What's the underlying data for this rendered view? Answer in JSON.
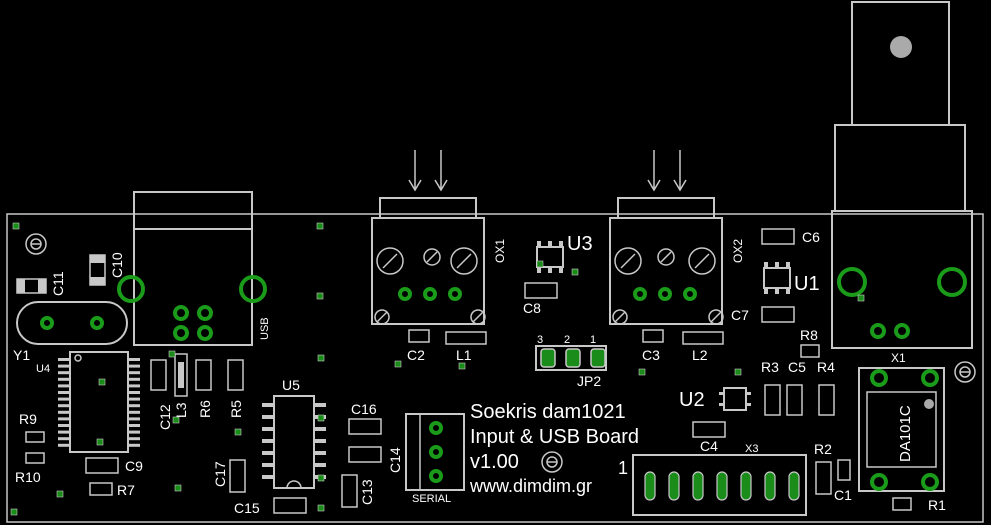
{
  "board": {
    "title_line1": "Soekris dam1021",
    "title_line2": "Input & USB Board",
    "version": "v1.00",
    "website": "www.dimdim.gr"
  },
  "labels": {
    "c11": "C11",
    "c10": "C10",
    "y1": "Y1",
    "u4": "U4",
    "usb": "USB",
    "c12": "C12",
    "l3": "L3",
    "r6": "R6",
    "r5": "R5",
    "r9": "R9",
    "r10": "R10",
    "c9": "C9",
    "r7": "R7",
    "u5": "U5",
    "c17": "C17",
    "c15": "C15",
    "c16": "C16",
    "c14": "C14",
    "c13": "C13",
    "serial": "SERIAL",
    "ox1": "OX1",
    "ox2": "OX2",
    "u3": "U3",
    "c8": "C8",
    "c2": "C2",
    "l1": "L1",
    "jp2": "JP2",
    "jp_3": "3",
    "jp_2": "2",
    "jp_1": "1",
    "c3": "C3",
    "l2": "L2",
    "c7": "C7",
    "c6": "C6",
    "u1": "U1",
    "u2": "U2",
    "c4": "C4",
    "r3": "R3",
    "c5": "C5",
    "r4": "R4",
    "r8": "R8",
    "x1": "X1",
    "x3": "X3",
    "pin1": "1",
    "r2": "R2",
    "c1": "C1",
    "r1": "R1",
    "da101c": "DA101C"
  },
  "colors": {
    "background": "#000000",
    "outline": "#c8c8c8",
    "pad": "#1a8c1a",
    "text": "#ffffff"
  }
}
